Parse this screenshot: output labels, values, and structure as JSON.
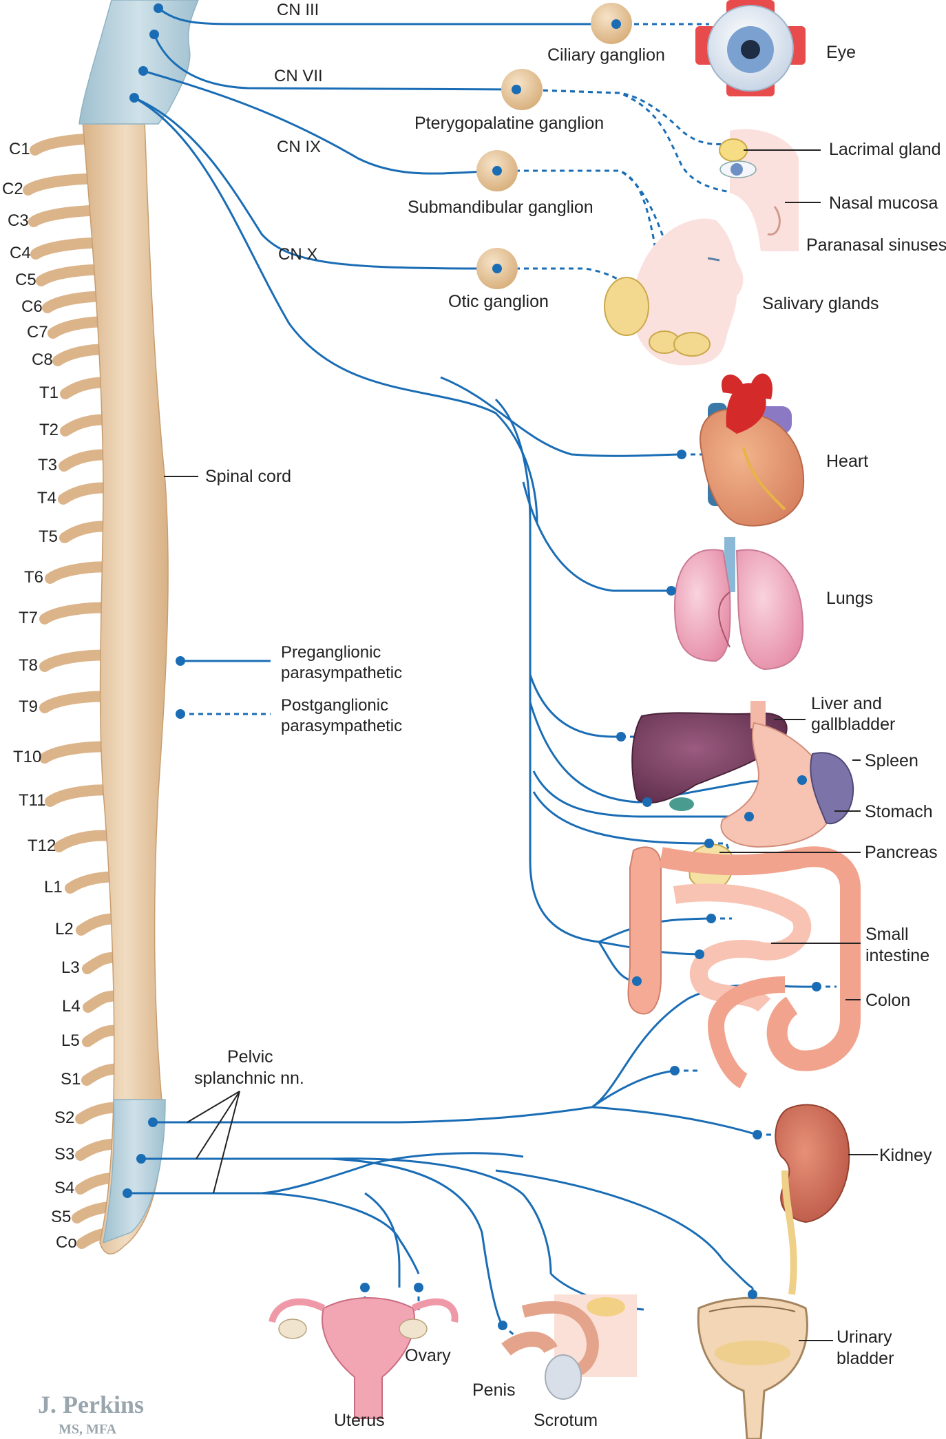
{
  "colors": {
    "nerve_blue": "#1a6db5",
    "spine_tan": "#e8c9a3",
    "brainstem_blue": "#b9d3df",
    "ganglion": "#e6c397"
  },
  "segments": [
    "C1",
    "C2",
    "C3",
    "C4",
    "C5",
    "C6",
    "C7",
    "C8",
    "T1",
    "T2",
    "T3",
    "T4",
    "T5",
    "T6",
    "T7",
    "T8",
    "T9",
    "T10",
    "T11",
    "T12",
    "L1",
    "L2",
    "L3",
    "L4",
    "L5",
    "S1",
    "S2",
    "S3",
    "S4",
    "S5",
    "Co"
  ],
  "cranial_nerves": {
    "cn3": "CN III",
    "cn7": "CN VII",
    "cn9": "CN IX",
    "cn10": "CN X"
  },
  "ganglia": {
    "ciliary": "Ciliary ganglion",
    "pterygopalatine": "Pterygopalatine ganglion",
    "submandibular": "Submandibular ganglion",
    "otic": "Otic ganglion"
  },
  "organs": {
    "eye": "Eye",
    "lacrimal": "Lacrimal gland",
    "nasal": "Nasal mucosa",
    "paranasal": "Paranasal sinuses",
    "salivary": "Salivary glands",
    "heart": "Heart",
    "lungs": "Lungs",
    "liver_1": "Liver and",
    "liver_2": "gallbladder",
    "spleen": "Spleen",
    "stomach": "Stomach",
    "pancreas": "Pancreas",
    "small_1": "Small",
    "small_2": "intestine",
    "colon": "Colon",
    "kidney": "Kidney",
    "bladder_1": "Urinary",
    "bladder_2": "bladder",
    "uterus": "Uterus",
    "ovary": "Ovary",
    "penis": "Penis",
    "scrotum": "Scrotum"
  },
  "spinal_cord": "Spinal cord",
  "pelvic": {
    "line1": "Pelvic",
    "line2": "splanchnic nn."
  },
  "legend": {
    "pre_1": "Preganglionic",
    "pre_2": "parasympathetic",
    "post_1": "Postganglionic",
    "post_2": "parasympathetic"
  },
  "signature": {
    "name": "J. Perkins",
    "credentials": "MS, MFA"
  }
}
